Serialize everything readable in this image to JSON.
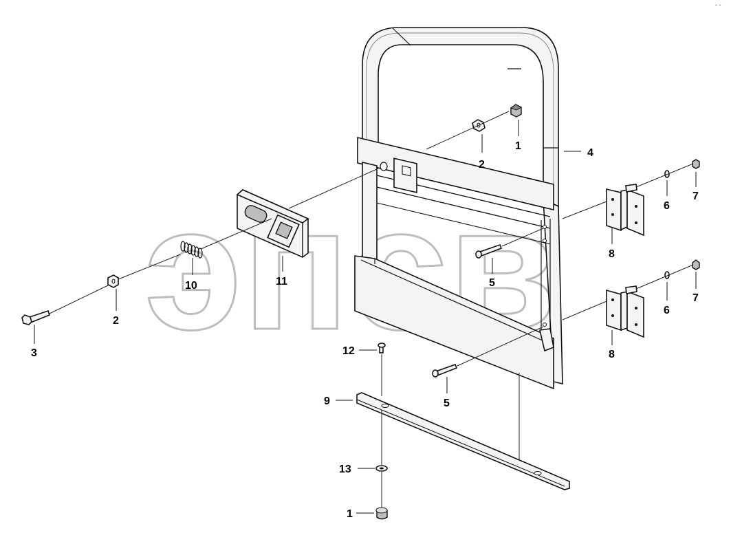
{
  "watermark": {
    "text": "эпсв",
    "trademark": "™"
  },
  "corner_mark": "- -",
  "callouts": [
    {
      "id": "c1a",
      "label": "1"
    },
    {
      "id": "c2a",
      "label": "2"
    },
    {
      "id": "c4",
      "label": "4"
    },
    {
      "id": "c7a",
      "label": "7"
    },
    {
      "id": "c6a",
      "label": "6"
    },
    {
      "id": "c8a",
      "label": "8"
    },
    {
      "id": "c11",
      "label": "11"
    },
    {
      "id": "c10",
      "label": "10"
    },
    {
      "id": "c5a",
      "label": "5"
    },
    {
      "id": "c2b",
      "label": "2"
    },
    {
      "id": "c3",
      "label": "3"
    },
    {
      "id": "c6b",
      "label": "6"
    },
    {
      "id": "c7b",
      "label": "7"
    },
    {
      "id": "c8b",
      "label": "8"
    },
    {
      "id": "c12",
      "label": "12"
    },
    {
      "id": "c9",
      "label": "9"
    },
    {
      "id": "c5b",
      "label": "5"
    },
    {
      "id": "c13",
      "label": "13"
    },
    {
      "id": "c1b",
      "label": "1"
    }
  ]
}
